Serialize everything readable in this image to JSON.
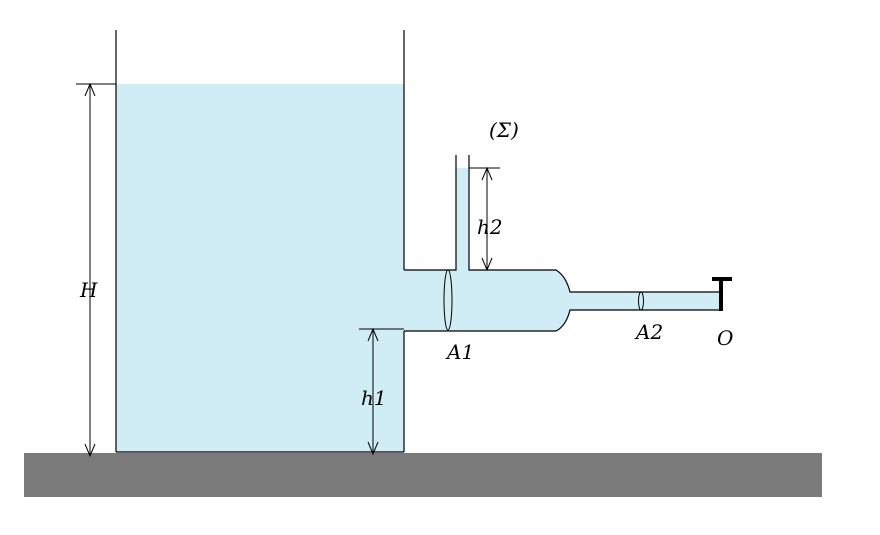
{
  "diagram": {
    "labels": {
      "H": "H",
      "h1": "h1",
      "h2": "h2",
      "A1": "A1",
      "A2": "A2",
      "O": "O",
      "sigma": "(Σ)"
    },
    "colors": {
      "water": "#d0ecf4",
      "ground": "#7a7a7a",
      "line": "#000000"
    }
  }
}
